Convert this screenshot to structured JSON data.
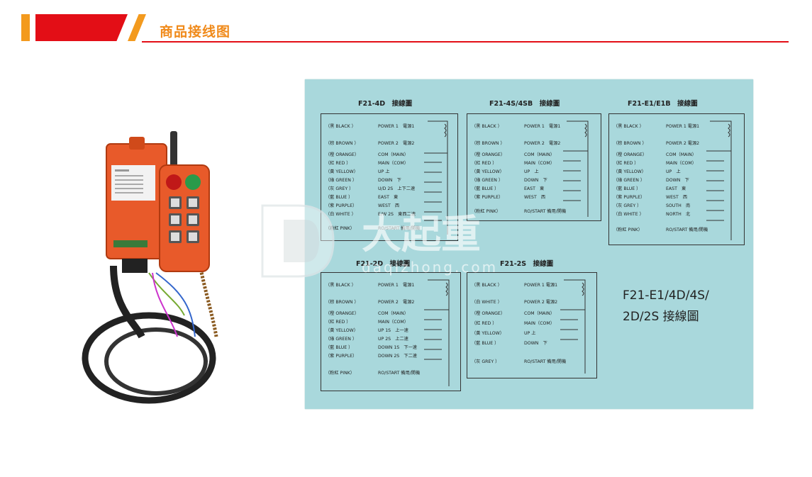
{
  "header": {
    "title": "商品接线图"
  },
  "colors": {
    "accent_orange": "#f39a1e",
    "accent_red": "#e30e16",
    "sheet_bg": "#a9d8dc"
  },
  "watermark": {
    "text": "大起重",
    "url": "daqizhong.com"
  },
  "sheet": {
    "caption_line1": "F21-E1/4D/4S/",
    "caption_line2": "2D/2S 接線圖",
    "diagrams": [
      {
        "title": "F21-4D　接線圖",
        "wires": [
          [
            "（黑 BLACK ）",
            "POWER 1　電源1"
          ],
          [
            "（棕 BROWN ）",
            "POWER 2　電源2"
          ],
          [
            "（橙 ORANGE）",
            "COM（MAIN）"
          ],
          [
            "（紅 RED ）",
            "MAIN（COM）"
          ],
          [
            "（黃 YELLOW）",
            "UP 上"
          ],
          [
            "（綠 GREEN ）",
            "DOWN　下"
          ],
          [
            "（灰 GREY ）",
            "U/D 2S　上下二速"
          ],
          [
            "（藍 BLUE ）",
            "EAST　東"
          ],
          [
            "（紫 PURPLE）",
            "WEST　西"
          ],
          [
            "（白 WHITE ）",
            "E/W 2S　東西二速"
          ],
          [
            "（粉紅 PINK）",
            "RO/START 備用/開機"
          ]
        ]
      },
      {
        "title": "F21-4S/4SB　接線圖",
        "wires": [
          [
            "（黑 BLACK ）",
            "POWER 1　電源1"
          ],
          [
            "（棕 BROWN ）",
            "POWER 2　電源2"
          ],
          [
            "（橙 ORANGE）",
            "COM（MAIN）"
          ],
          [
            "（紅 RED ）",
            "MAIN（COM）"
          ],
          [
            "（黃 YELLOW）",
            "UP　上"
          ],
          [
            "（綠 GREEN ）",
            "DOWN　下"
          ],
          [
            "（藍 BLUE ）",
            "EAST　東"
          ],
          [
            "（紫 PURPLE）",
            "WEST　西"
          ],
          [
            "（粉紅 PINK）",
            "RO/START 備用/開機"
          ]
        ]
      },
      {
        "title": "F21-E1/E1B　接線圖",
        "wires": [
          [
            "（黑 BLACK ）",
            "POWER 1 電源1"
          ],
          [
            "（棕 BROWN ）",
            "POWER 2 電源2"
          ],
          [
            "（橙 ORANGE）",
            "COM（MAIN）"
          ],
          [
            "（紅 RED ）",
            "MAIN（COM）"
          ],
          [
            "（黃 YELLOW）",
            "UP　上"
          ],
          [
            "（綠 GREEN ）",
            "DOWN　下"
          ],
          [
            "（藍 BLUE ）",
            "EAST　東"
          ],
          [
            "（紫 PURPLE）",
            "WEST　西"
          ],
          [
            "（灰 GREY ）",
            "SOUTH　南"
          ],
          [
            "（白 WHITE ）",
            "NORTH　北"
          ],
          [
            "（粉紅 PINK）",
            "RO/START 備用/開機"
          ]
        ]
      },
      {
        "title": "F21-2D　接線圖",
        "wires": [
          [
            "（黑 BLACK ）",
            "POWER 1　電源1"
          ],
          [
            "（棕 BROWN ）",
            "POWER 2　電源2"
          ],
          [
            "（橙 ORANGE）",
            "COM（MAIN）"
          ],
          [
            "（紅 RED ）",
            "MAIN（COM）"
          ],
          [
            "（黃 YELLOW）",
            "UP 1S　上一速"
          ],
          [
            "（綠 GREEN ）",
            "UP 2S　上二速"
          ],
          [
            "（藍 BLUE ）",
            "DOWN 1S　下一速"
          ],
          [
            "（紫 PURPLE）",
            "DOWN 2S　下二速"
          ],
          [
            "（粉紅 PINK）",
            "RO/START 備用/開機"
          ]
        ]
      },
      {
        "title": "F21-2S　接線圖",
        "wires": [
          [
            "（黑 BLACK ）",
            "POWER 1 電源1"
          ],
          [
            "（白 WHITE ）",
            "POWER 2 電源2"
          ],
          [
            "（橙 ORANGE）",
            "COM（MAIN）"
          ],
          [
            "（紅 RED ）",
            "MAIN（COM）"
          ],
          [
            "（黃 YELLOW）",
            "UP 上"
          ],
          [
            "（藍 BLUE ）",
            "DOWN　下"
          ],
          [
            "（灰 GREY ）",
            "RO/START 備用/開機"
          ]
        ]
      }
    ]
  }
}
